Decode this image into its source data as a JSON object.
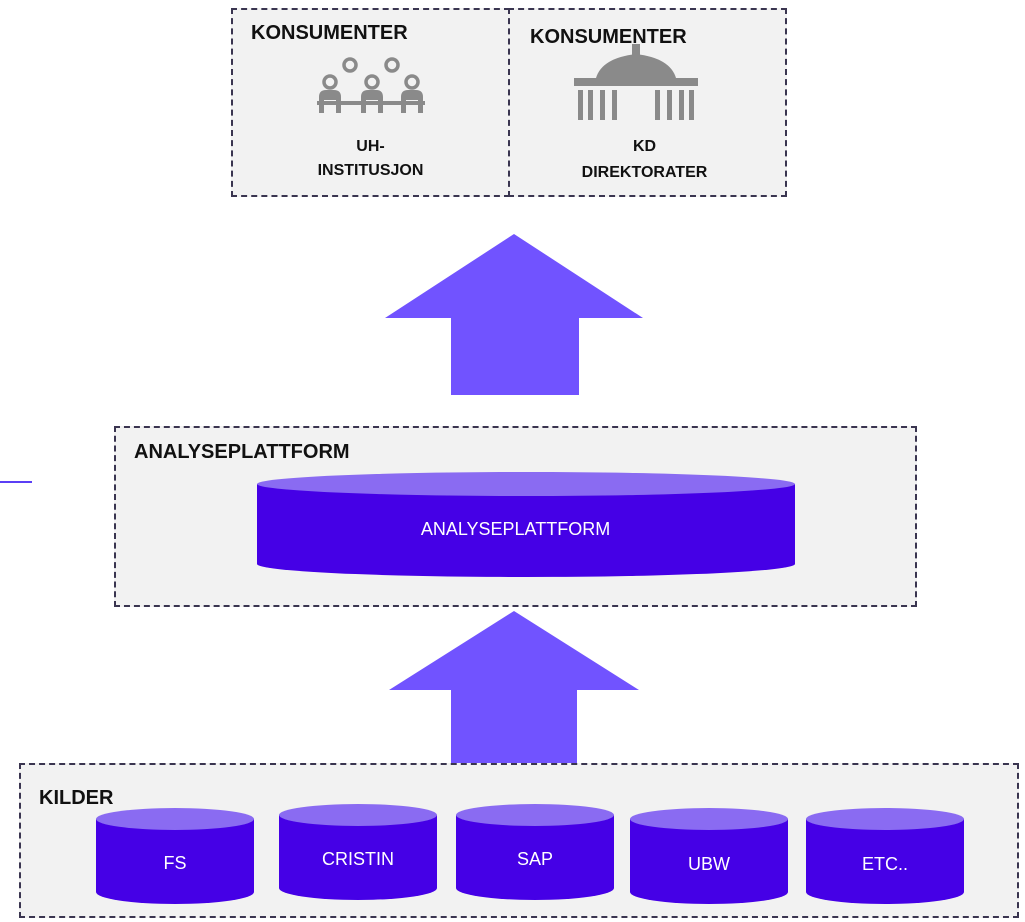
{
  "colors": {
    "arrow": "#7153ff",
    "db_body": "#4500e6",
    "db_top": "#8a6bf2",
    "box_bg": "#f2f2f2",
    "icon": "#8a8a8a"
  },
  "consumers": [
    {
      "title": "KONSUMENTER",
      "icon": "people-icon",
      "label_line1": "UH-",
      "label_line2": "INSTITUSJON"
    },
    {
      "title": "KONSUMENTER",
      "icon": "government-building-icon",
      "label_line1": "KD",
      "label_line2": "DIREKTORATER"
    }
  ],
  "platform": {
    "title": "ANALYSEPLATTFORM",
    "db_label": "ANALYSEPLATTFORM"
  },
  "sources": {
    "title": "KILDER",
    "items": [
      "FS",
      "CRISTIN",
      "SAP",
      "UBW",
      "ETC.."
    ]
  }
}
